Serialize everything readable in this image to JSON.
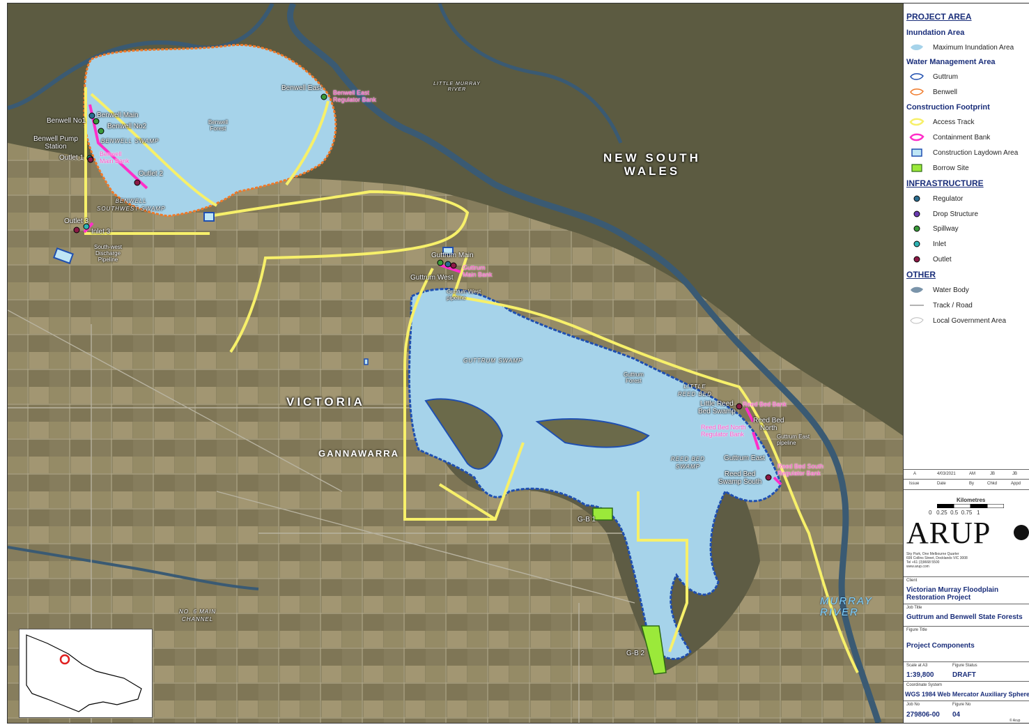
{
  "map": {
    "state_labels": {
      "nsw_line1": "NEW SOUTH",
      "nsw_line2": "WALES",
      "victoria": "VICTORIA"
    },
    "place_labels": {
      "gannawarra": "GANNAWARRA"
    },
    "river_labels": {
      "little_murray": "LITTLE MURRAY RIVER",
      "murray_line1": "MURRAY",
      "murray_line2": "RIVER",
      "no6_line1": "NO. 6 MAIN",
      "no6_line2": "CHANNEL"
    },
    "area_labels": {
      "benwell_swamp": "BENWELL SWAMP",
      "benwell_sw_1": "BENWELL",
      "benwell_sw_2": "SOUTHWEST SWAMP",
      "guttrum_swamp": "GUTTRUM SWAMP",
      "little_reed_1": "LITTLE",
      "little_reed_2": "REED BED",
      "reed_bed_1": "REED BED",
      "reed_bed_2": "SWAMP"
    },
    "feature_labels": {
      "benwell_forest_1": "Benwell",
      "benwell_forest_2": "Forest",
      "guttrum_forest_1": "Guttrum",
      "guttrum_forest_2": "Forest",
      "benwell_main": "Benwell Main",
      "benwell_no1": "Benwell No1",
      "benwell_no2": "Benwell No2",
      "benwell_pump_1": "Benwell Pump",
      "benwell_pump_2": "Station",
      "outlet1": "Outlet 1",
      "outlet2": "Outlet 2",
      "outlet3": "Outlet 3",
      "inlet3": "Inlet 3",
      "benwell_east": "Benwell East",
      "sw_discharge_1": "South-west",
      "sw_discharge_2": "Discharge",
      "sw_discharge_3": "Pipeline",
      "guttrum_main": "Guttrum Main",
      "guttrum_west": "Guttrum West",
      "guttrum_west_pipe_1": "Guttrum West",
      "guttrum_west_pipe_2": "pipeline",
      "little_reed_swamp_1": "Little Reed",
      "little_reed_swamp_2": "Bed Swamp",
      "reed_bed_north_1": "Reed Bed",
      "reed_bed_north_2": "North",
      "guttrum_east": "Guttrum East",
      "guttrum_east_pipe_1": "Guttrum East",
      "guttrum_east_pipe_2": "pipeline",
      "reed_bed_swamp_south_1": "Reed Bed",
      "reed_bed_swamp_south_2": "Swamp South",
      "gb1": "G-B 1",
      "gb2": "G-B 2"
    },
    "bank_labels": {
      "benwell_east_bank_1": "Benwell East",
      "benwell_east_bank_2": "Regulator Bank",
      "benwell_main_bank_1": "Benwell",
      "benwell_main_bank_2": "Main Bank",
      "guttrum_main_bank_1": "Guttrum",
      "guttrum_main_bank_2": "Main Bank",
      "reed_bed_bank": "Reed Bed Bank",
      "reed_bed_north_bank_1": "Reed Bed North",
      "reed_bed_north_bank_2": "Regulator Bank",
      "reed_bed_south_bank_1": "Reed Bed South",
      "reed_bed_south_bank_2": "Regulator Bank"
    }
  },
  "legend": {
    "project_area": "PROJECT AREA",
    "inundation_area": "Inundation Area",
    "max_inundation": "Maximum Inundation Area",
    "water_mgmt": "Water Management Area",
    "guttrum": "Guttrum",
    "benwell": "Benwell",
    "construction": "Construction Footprint",
    "access_track": "Access Track",
    "containment_bank": "Containment Bank",
    "laydown": "Construction Laydown Area",
    "borrow": "Borrow Site",
    "infrastructure": "INFRASTRUCTURE",
    "regulator": "Regulator",
    "drop": "Drop Structure",
    "spillway": "Spillway",
    "inlet": "Inlet",
    "outlet": "Outlet",
    "other": "OTHER",
    "water_body": "Water Body",
    "track_road": "Track / Road",
    "lga": "Local Government Area"
  },
  "title_block": {
    "rev": {
      "issue": "A",
      "date": "4/03/2021",
      "by": "AM",
      "chkd": "JB",
      "appd": "JB"
    },
    "rev_headers": {
      "issue": "Issue",
      "date": "Date",
      "by": "By",
      "chkd": "Chkd",
      "appd": "Appd"
    },
    "km_title": "Kilometres",
    "km_ticks": "0   0.25  0.5  0.75   1",
    "logo": "ARUP",
    "address_1": "Sky Park, One Melbourne Quarter",
    "address_2": "699 Collins Street, Docklands VIC 3008",
    "address_3": "Tel +61 (3)9668 5500",
    "address_4": "www.arup.com",
    "client_label": "Client",
    "client_1": "Victorian Murray Floodplain",
    "client_2": "Restoration Project",
    "job_title_label": "Job Title",
    "job_title": "Guttrum and Benwell State Forests",
    "figure_title_label": "Figure Title",
    "figure_title": "Project Components",
    "scale_label": "Scale at A3",
    "scale": "1:39,800",
    "status_label": "Figure Status",
    "status": "DRAFT",
    "coord_label": "Coordinate System",
    "coord": "WGS 1984 Web Mercator Auxiliary Sphere",
    "job_no_label": "Job No",
    "job_no": "279806-00",
    "fig_no_label": "Figure No",
    "fig_no": "04",
    "copyright": "© Arup"
  },
  "colors": {
    "inundation": "#a6d3ea",
    "guttrum_outline": "#1f4fb0",
    "benwell_outline": "#f07a2a",
    "access_track": "#f7f06a",
    "containment_bank": "#ff2fc8",
    "laydown": "#bfe6f5",
    "borrow": "#9be93a",
    "river": "#3d5f78",
    "farmland": "#8b8160",
    "forest": "#5b5a40"
  }
}
